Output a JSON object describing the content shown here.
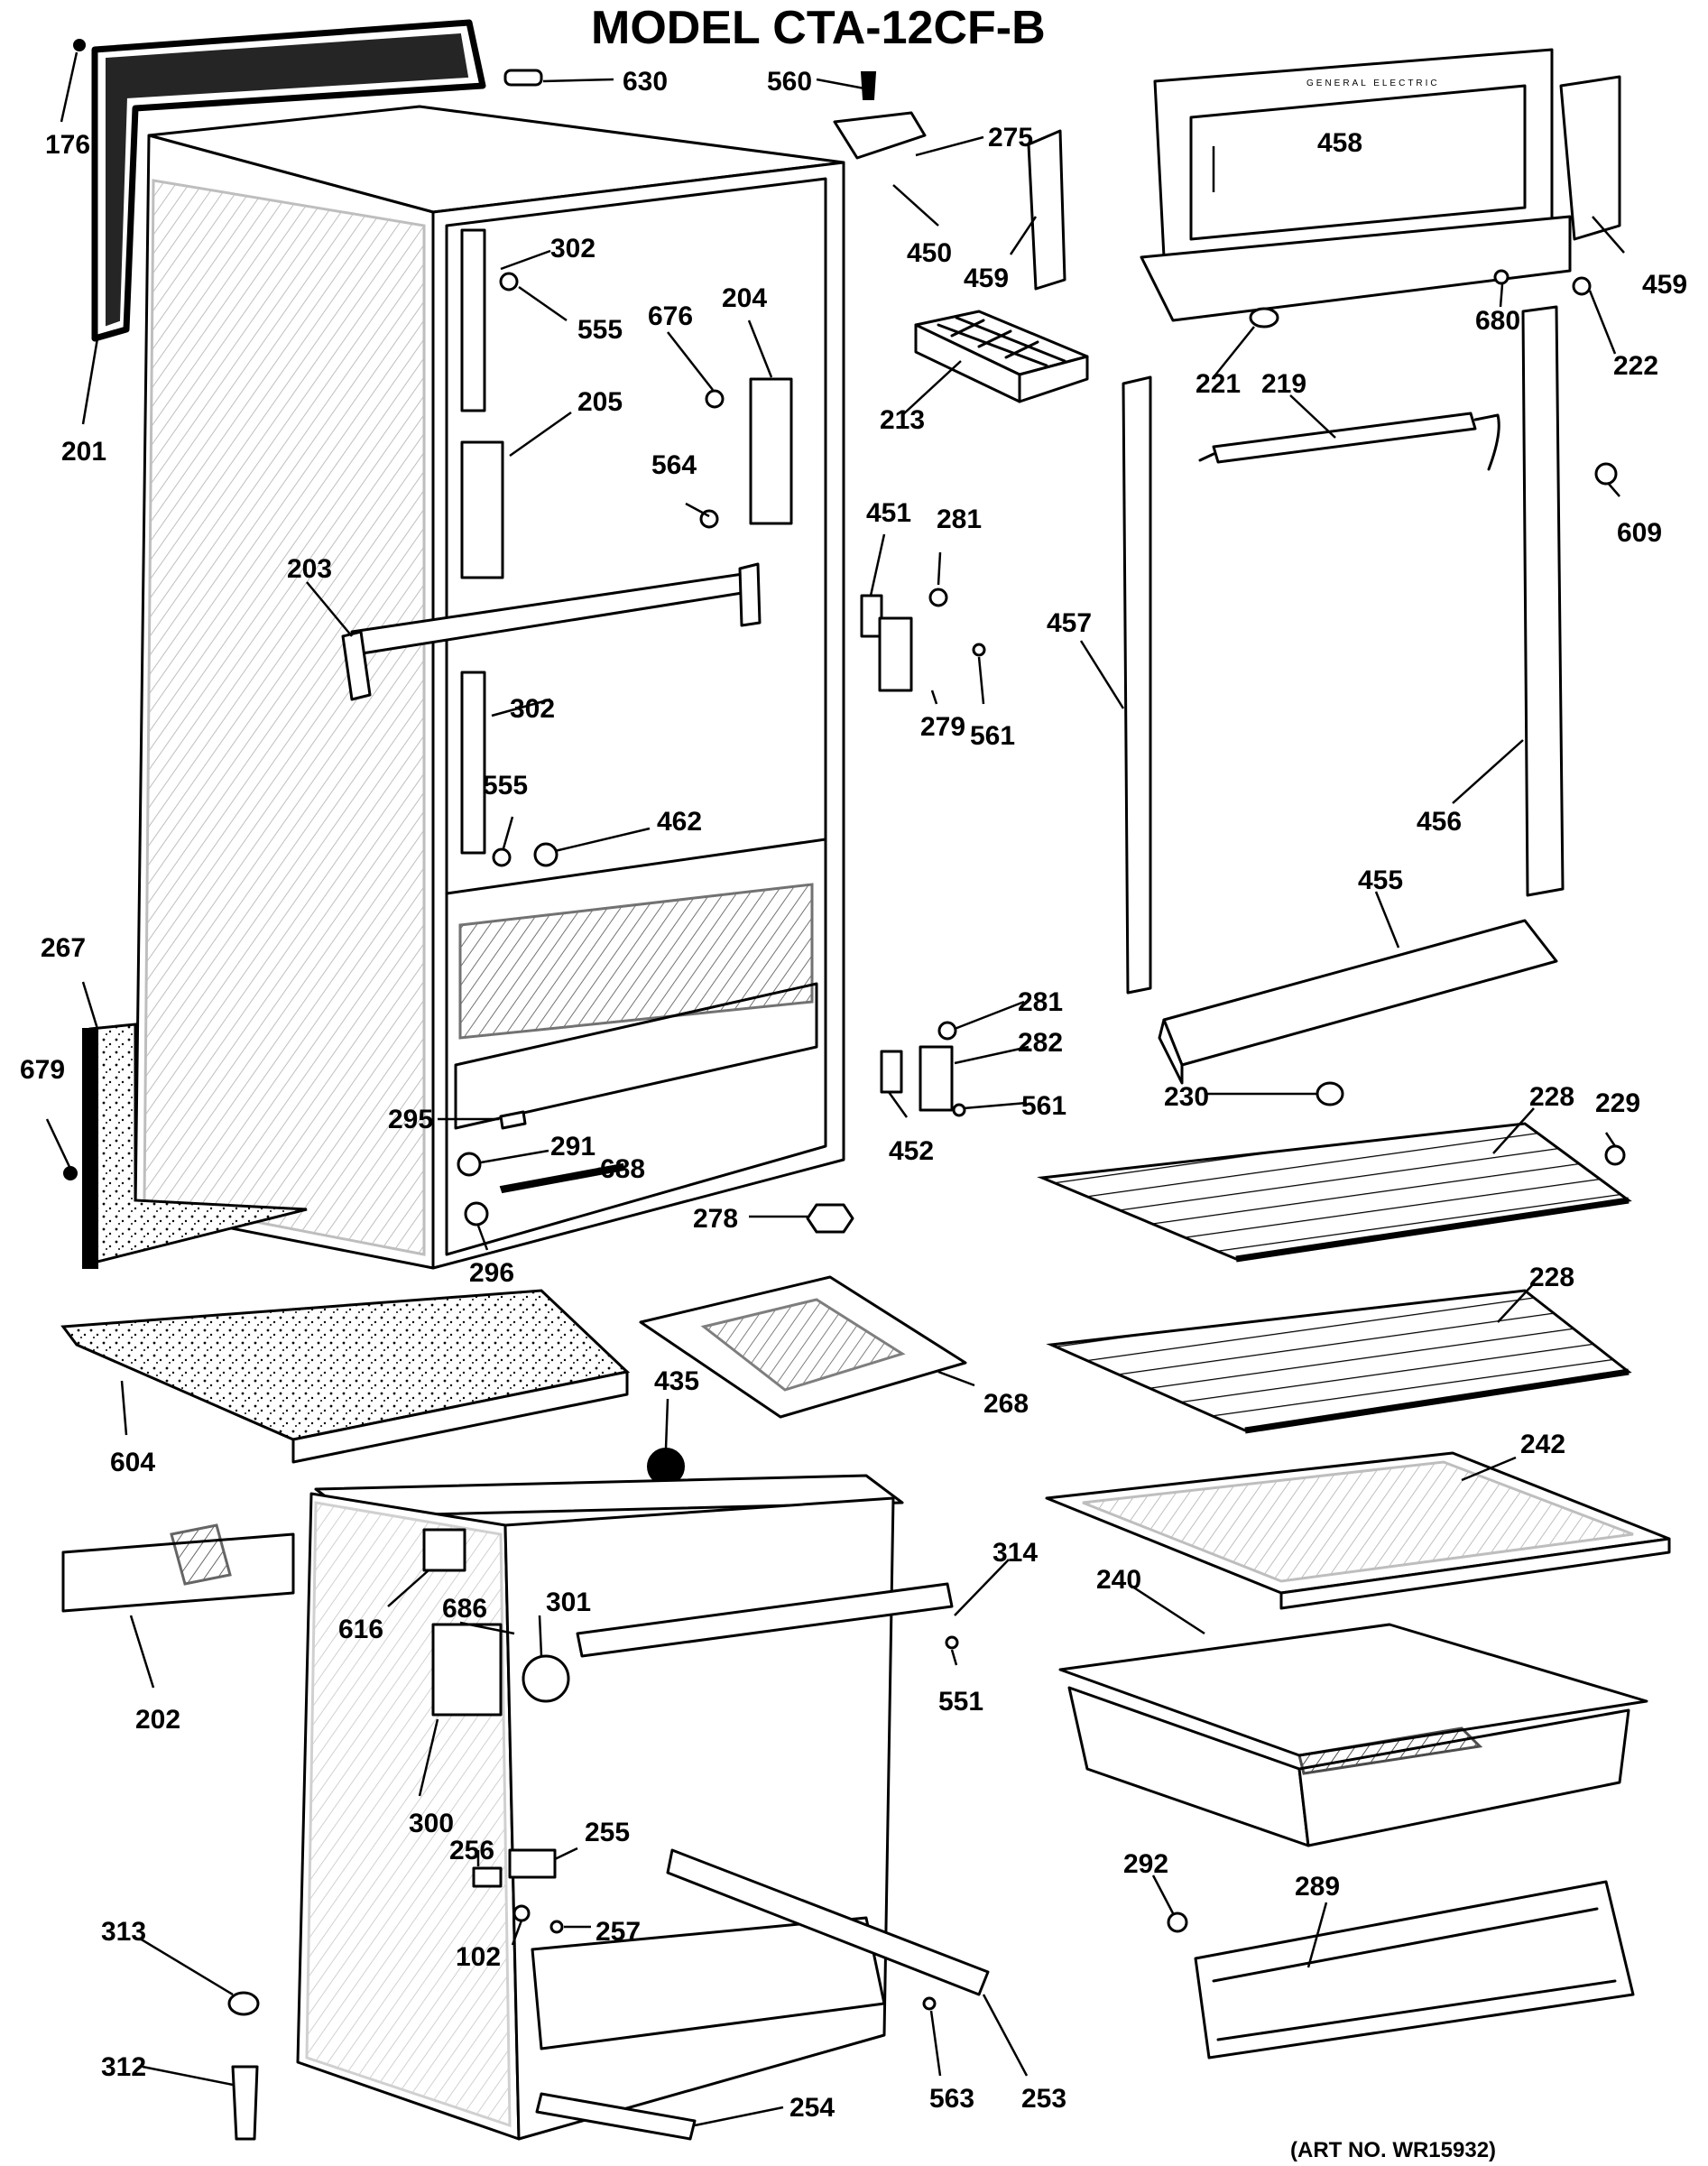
{
  "title": "MODEL CTA-12CF-B",
  "art_number": "(ART NO. WR15932)",
  "door_brand_text": "GENERAL ELECTRIC",
  "labels": {
    "176": "176",
    "201": "201",
    "630": "630",
    "560": "560",
    "275": "275",
    "450": "450",
    "459a": "459",
    "459b": "459",
    "458": "458",
    "302a": "302",
    "302b": "302",
    "555a": "555",
    "555b": "555",
    "676": "676",
    "204": "204",
    "205": "205",
    "213": "213",
    "680": "680",
    "222": "222",
    "221": "221",
    "219": "219",
    "564": "564",
    "609": "609",
    "451": "451",
    "281a": "281",
    "281b": "281",
    "203": "203",
    "457": "457",
    "279": "279",
    "561a": "561",
    "561b": "561",
    "462": "462",
    "456": "456",
    "455": "455",
    "267": "267",
    "679": "679",
    "282": "282",
    "230": "230",
    "228a": "228",
    "228b": "228",
    "229": "229",
    "295": "295",
    "291": "291",
    "688": "688",
    "452": "452",
    "278": "278",
    "296": "296",
    "604": "604",
    "435": "435",
    "268": "268",
    "242": "242",
    "314": "314",
    "240": "240",
    "616": "616",
    "686": "686",
    "301": "301",
    "551": "551",
    "202": "202",
    "300": "300",
    "255": "255",
    "256": "256",
    "292": "292",
    "289": "289",
    "313": "313",
    "102": "102",
    "257": "257",
    "312": "312",
    "563": "563",
    "253": "253",
    "254": "254"
  }
}
